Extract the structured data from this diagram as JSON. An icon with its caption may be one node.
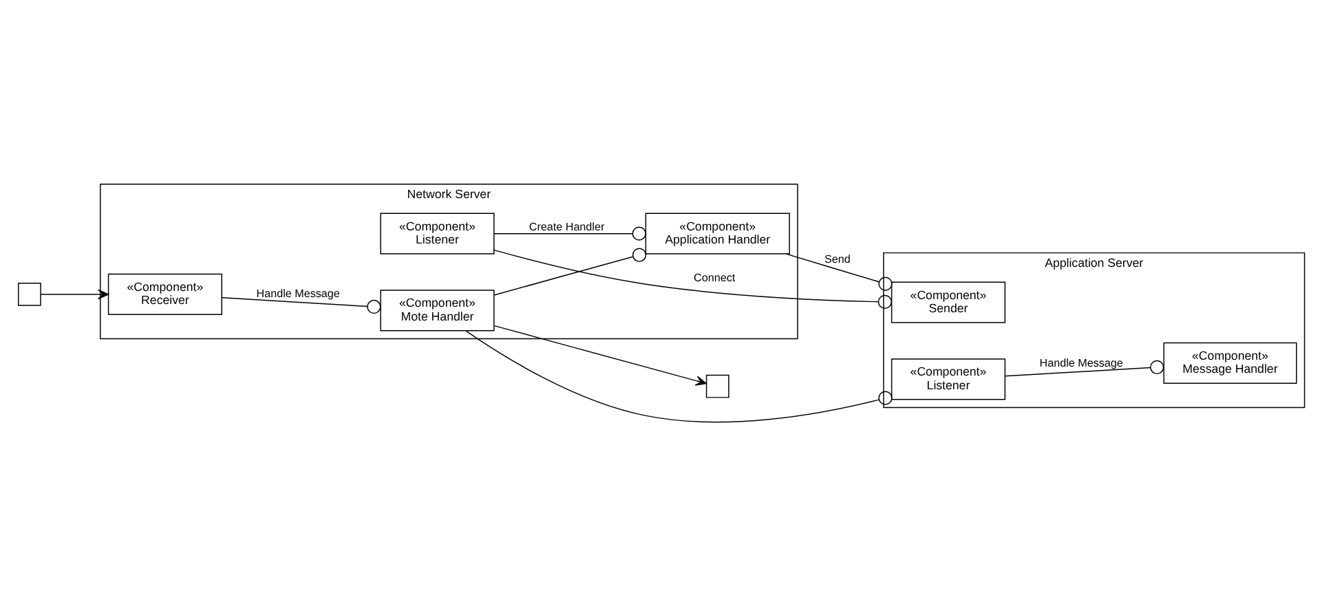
{
  "diagram": {
    "nodes": [
      {
        "text": [
          "Network Server"
        ]
      },
      {
        "text": [],
        "shape": "box"
      },
      {
        "text": [
          "«Component»",
          "Receiver"
        ],
        "in": 0
      },
      {
        "text": [
          "«Component»",
          "Listener"
        ],
        "in": 0
      },
      {
        "text": [
          "«Component»",
          "Mote Handler"
        ],
        "in": 0
      },
      {
        "text": [
          "«Component»",
          "Application Handler"
        ],
        "in": 0
      },
      {
        "text": [],
        "shape": "box"
      },
      {
        "text": [
          "Application Server"
        ]
      },
      {
        "text": [
          "«Component»",
          "Sender"
        ],
        "in": 7
      },
      {
        "text": [
          "«Component»",
          "Listener"
        ],
        "in": 7
      },
      {
        "text": [
          "«Component»",
          "Message Handler"
        ],
        "in": 7
      }
    ],
    "edges": [
      {
        "from": 1,
        "to": 2,
        "arrow": "to"
      },
      {
        "from": 3,
        "to": 8,
        "arrow": "other",
        "label": "Connect"
      },
      {
        "from": 2,
        "to": 4,
        "arrow": "other",
        "label": "Handle Message"
      },
      {
        "from": 3,
        "to": 5,
        "arrow": "other",
        "label": "Create Handler"
      },
      {
        "from": 4,
        "to": 9,
        "arrow": "other"
      },
      {
        "from": 9,
        "to": 10,
        "arrow": "other",
        "label": "Handle Message"
      },
      {
        "from": 4,
        "to": 6,
        "arrow": "to"
      },
      {
        "from": 4,
        "to": 5,
        "arrow": "other"
      },
      {
        "from": 5,
        "to": 8,
        "arrow": "other",
        "label": "Send"
      }
    ]
  }
}
